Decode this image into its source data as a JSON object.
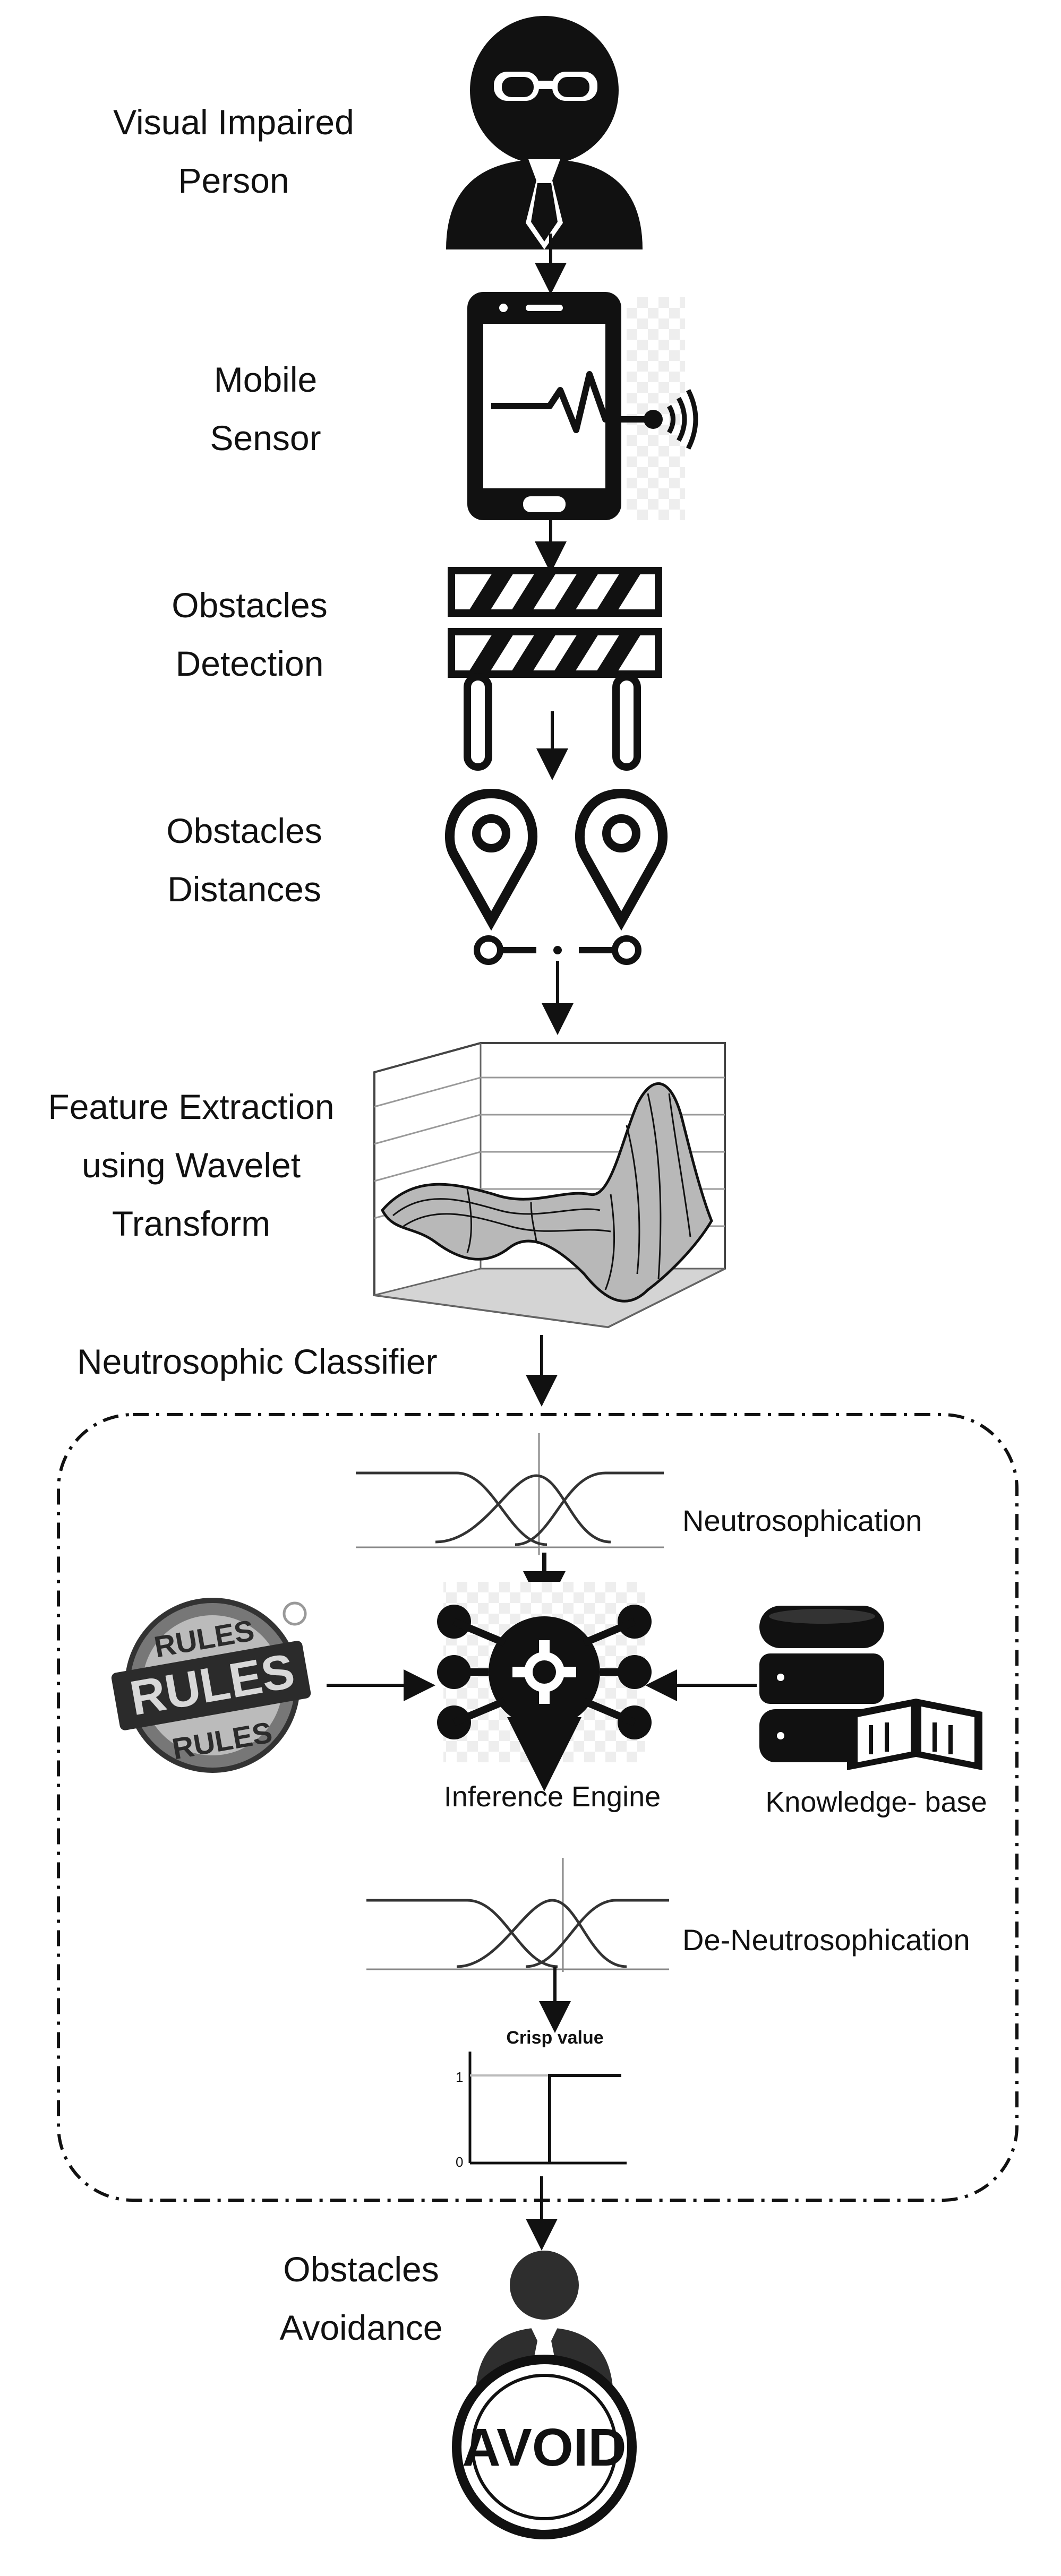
{
  "labels": {
    "visual_impaired": [
      "Visual Impaired",
      "Person"
    ],
    "mobile_sensor": [
      "Mobile",
      "Sensor"
    ],
    "obstacles_detection": [
      "Obstacles",
      "Detection"
    ],
    "obstacles_distances": [
      "Obstacles",
      "Distances"
    ],
    "feature_extraction": [
      "Feature Extraction",
      "using Wavelet",
      "Transform"
    ],
    "neutrosophic_classifier": "Neutrosophic Classifier",
    "neutrosophication": "Neutrosophication",
    "inference_engine": "Inference Engine",
    "knowledge_base": "Knowledge- base",
    "de_neutrosophication": "De-Neutrosophication",
    "crisp_value": "Crisp value",
    "crisp_one": "1",
    "crisp_zero": "0",
    "obstacles_avoidance": [
      "Obstacles",
      "Avoidance"
    ]
  },
  "badges": {
    "rules_top": "RULES",
    "rules_mid": "RULES",
    "rules_bottom": "RULES",
    "avoid": "AVOID"
  }
}
